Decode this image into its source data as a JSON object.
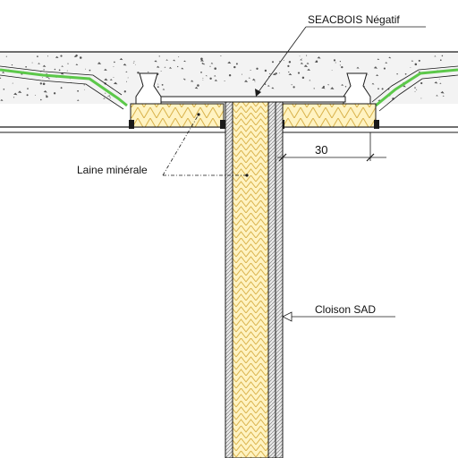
{
  "labels": {
    "seacbois": "SEACBOIS Négatif",
    "laine": "Laine minérale",
    "cloison": "Cloison SAD",
    "dimension": "30"
  },
  "colors": {
    "line": "#1a1a1a",
    "concrete": "#f3f3f3",
    "insulation": "#fff3c2",
    "insulation_zigzag": "#d9b24a",
    "green_trim": "#5cc84a",
    "board": "#e9e9e9"
  }
}
